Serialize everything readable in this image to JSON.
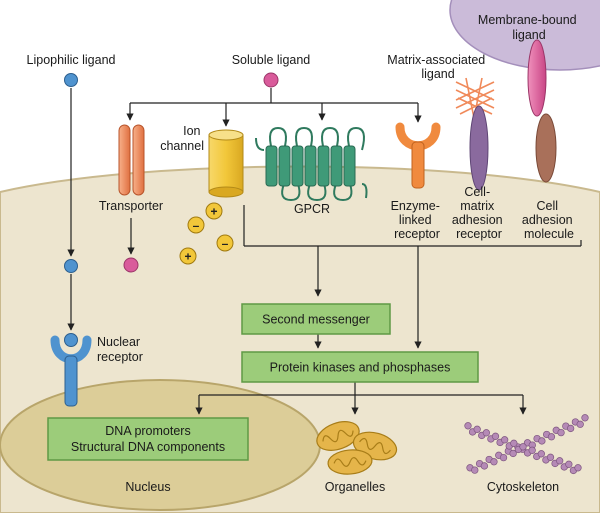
{
  "labels": {
    "lipophilic_ligand": "Lipophilic ligand",
    "soluble_ligand": "Soluble ligand",
    "membrane_bound_ligand": [
      "Membrane-bound",
      "ligand"
    ],
    "matrix_associated_ligand": [
      "Matrix-associated",
      "ligand"
    ],
    "ion_channel": [
      "Ion",
      "channel"
    ],
    "transporter": "Transporter",
    "gpcr": "GPCR",
    "enzyme_linked_receptor": [
      "Enzyme-",
      "linked",
      "receptor"
    ],
    "cell_matrix_adhesion_receptor": [
      "Cell-",
      "matrix",
      "adhesion",
      "receptor"
    ],
    "cell_adhesion_molecule": [
      "Cell",
      "adhesion",
      "molecule"
    ],
    "nuclear_receptor": [
      "Nuclear",
      "receptor"
    ],
    "nucleus": "Nucleus",
    "organelles": "Organelles",
    "cytoskeleton": "Cytoskeleton"
  },
  "boxes": {
    "second_messenger": "Second messenger",
    "protein_kinases": "Protein kinases and phosphases",
    "dna": [
      "DNA promoters",
      "Structural DNA components"
    ]
  },
  "ions": {
    "plus": "+",
    "minus": "–"
  },
  "colors": {
    "cell": "#ede5cf",
    "membrane_edge": "#c9b98e",
    "nucleus": "#dccd98",
    "nucleus_edge": "#b8a56a",
    "neighbor_cell": "#cbbbd9",
    "box_fill": "#9ccc7a",
    "box_edge": "#5f9a45",
    "ligand_blue": "#4f93cf",
    "ligand_pink": "#d95b9b",
    "transporter": "#f08a5a",
    "ion_channel": "#f2c73a",
    "gpcr": "#3f9a78",
    "enzyme_receptor": "#f08a3e",
    "matrix_receptor": "#8a6a9e",
    "adhesion_molecule": "#a9705a",
    "nuclear_receptor": "#4f93cf",
    "mito": "#e5b54a",
    "cytoskeleton": "#b58ab6"
  }
}
